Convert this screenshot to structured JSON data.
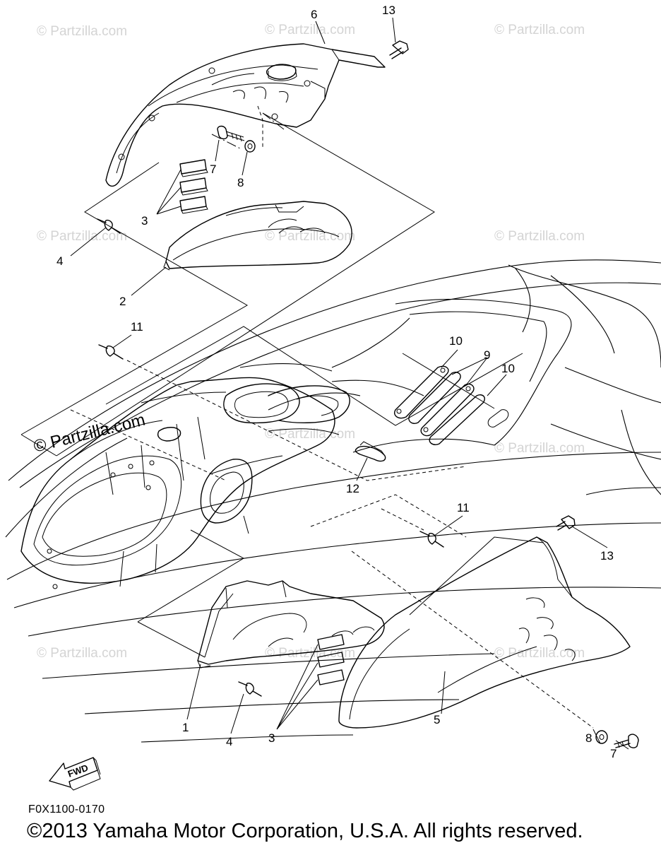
{
  "watermark": "© Partzilla.com",
  "watermark_prominent": "© Partzilla.com",
  "fwd_label": "FWD",
  "diagram_code": "F0X1100-0170",
  "copyright": "©2013 Yamaha Motor Corporation, U.S.A. All rights reserved.",
  "callouts": {
    "c1": "1",
    "c2": "2",
    "c3a": "3",
    "c3b": "3",
    "c4a": "4",
    "c4b": "4",
    "c5": "5",
    "c6": "6",
    "c7a": "7",
    "c7b": "7",
    "c8a": "8",
    "c8b": "8",
    "c9": "9",
    "c10a": "10",
    "c10b": "10",
    "c11a": "11",
    "c11b": "11",
    "c12": "12",
    "c13a": "13",
    "c13b": "13"
  }
}
